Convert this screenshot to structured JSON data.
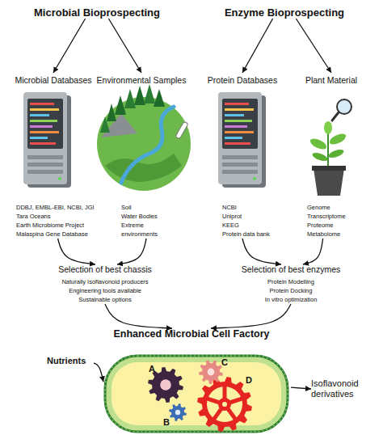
{
  "diagram": {
    "nodes": [
      {
        "text": [
          "Microbial Bioprospecting"
        ]
      },
      {
        "text": [
          "Enzyme Bioprospecting"
        ]
      },
      {
        "text": [
          "Microbial Databases",
          "DDBJ, EMBL-EBI, NCBI, JGI",
          "Tara Oceans",
          "Earth Microbiome Project",
          "Malaspina Gene Database"
        ]
      },
      {
        "text": [
          "Environmental Samples",
          "Soil",
          "Water Bodies",
          "Extreme environments"
        ]
      },
      {
        "text": [
          "Protein Databases",
          "NCBI",
          "Uniprot",
          "KEEG",
          "Protein data bank"
        ]
      },
      {
        "text": [
          "Plant Material",
          "Genome",
          "Transcriptome",
          "Proteome",
          "Metabolome"
        ]
      },
      {
        "text": [
          "Selection of best chassis",
          "Naturally Isoflavonoid producers",
          "Engineering tools available",
          "Sustainable options"
        ]
      },
      {
        "text": [
          "Selection of best enzymes",
          "Protein Modelling",
          "Protein Docking",
          "In vitro optimization"
        ]
      },
      {
        "text": [
          "Enhanced Microbial Cell Factory"
        ]
      },
      {
        "text": [
          "Nutrients"
        ]
      },
      {
        "text": [
          "A",
          "B",
          "C",
          "D"
        ]
      },
      {
        "text": [
          "Isoflavonoid derivatives"
        ]
      }
    ],
    "edges": [
      {
        "from": 0,
        "to": 2,
        "arrow": "to"
      },
      {
        "from": 0,
        "to": 3,
        "arrow": "to"
      },
      {
        "from": 1,
        "to": 4,
        "arrow": "to"
      },
      {
        "from": 1,
        "to": 5,
        "arrow": "to"
      },
      {
        "from": 2,
        "to": 6,
        "arrow": "to"
      },
      {
        "from": 3,
        "to": 6,
        "arrow": "to"
      },
      {
        "from": 4,
        "to": 7,
        "arrow": "to"
      },
      {
        "from": 5,
        "to": 7,
        "arrow": "to"
      },
      {
        "from": 6,
        "to": 8,
        "arrow": "to"
      },
      {
        "from": 7,
        "to": 8,
        "arrow": "to"
      },
      {
        "from": 9,
        "to": 10,
        "arrow": "to"
      },
      {
        "from": 10,
        "to": 11,
        "arrow": "to"
      }
    ]
  }
}
